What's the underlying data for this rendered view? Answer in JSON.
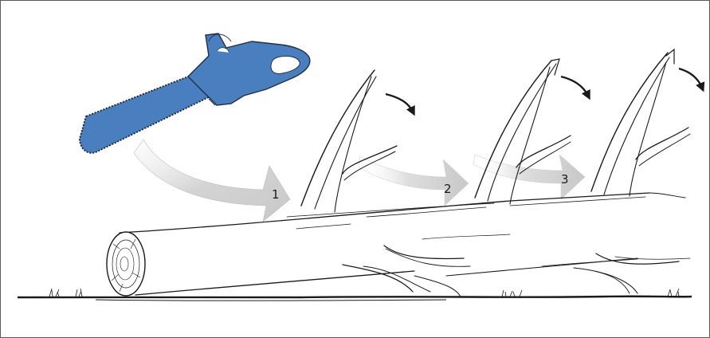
{
  "steps": {
    "first": "1",
    "second": "2",
    "third": "3"
  },
  "colors": {
    "chainsaw": "#4a7fbf",
    "chainsaw_outline": "#1f2f45",
    "arrow_fill": "#cfcfcf",
    "line": "#1a1a1a",
    "background": "#ffffff"
  },
  "icons": {
    "saw": "chainsaw-icon",
    "rotate": "rotation-arrow-icon"
  }
}
